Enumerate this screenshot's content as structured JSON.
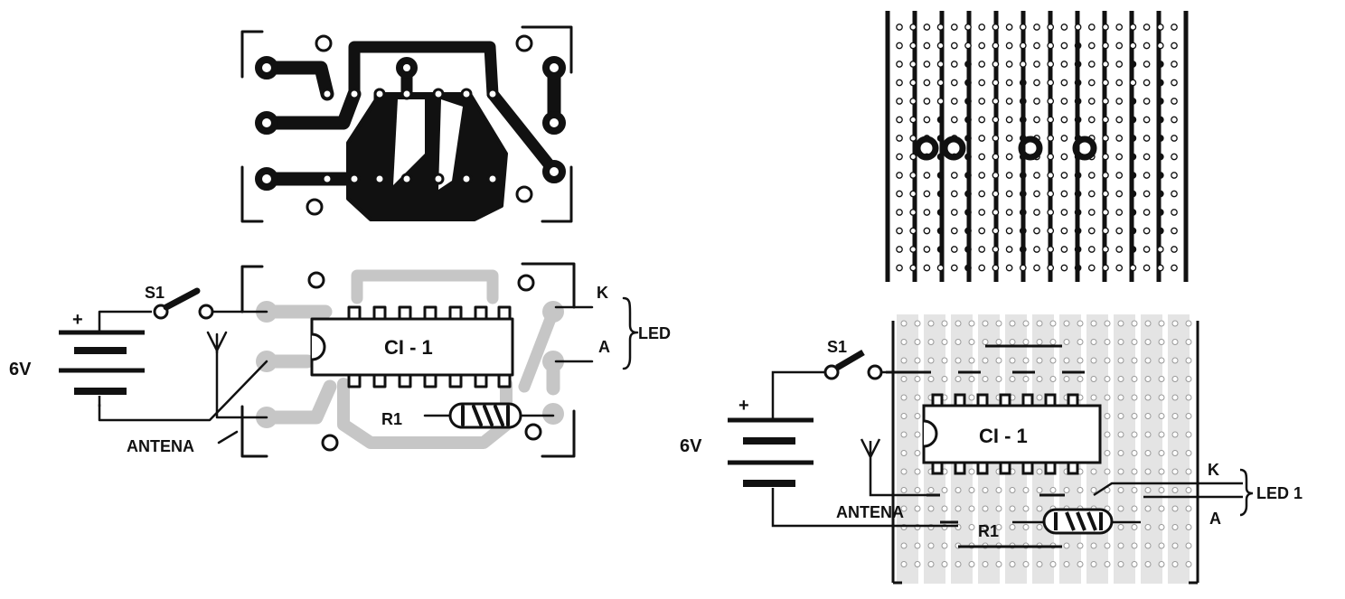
{
  "colors": {
    "ink": "#111111",
    "copper": "#111111",
    "overlay_grey": "#c6c6c6",
    "paper": "#ffffff"
  },
  "top_left": {
    "title": "",
    "labels": {
      "s1": "S1",
      "battery_plus": "+",
      "battery_voltage": "6V",
      "k": "K",
      "a": "A",
      "led": "LED",
      "ic": "CI - 1",
      "r1": "R1",
      "antenna": "ANTENA"
    }
  },
  "top_right": {
    "strips": 11,
    "rows": 14
  },
  "bottom_right": {
    "labels": {
      "s1": "S1",
      "battery_plus": "+",
      "battery_voltage": "6V",
      "ic": "CI - 1",
      "antenna": "ANTENA",
      "r1": "R1",
      "k": "K",
      "a": "A",
      "led": "LED 1"
    }
  }
}
